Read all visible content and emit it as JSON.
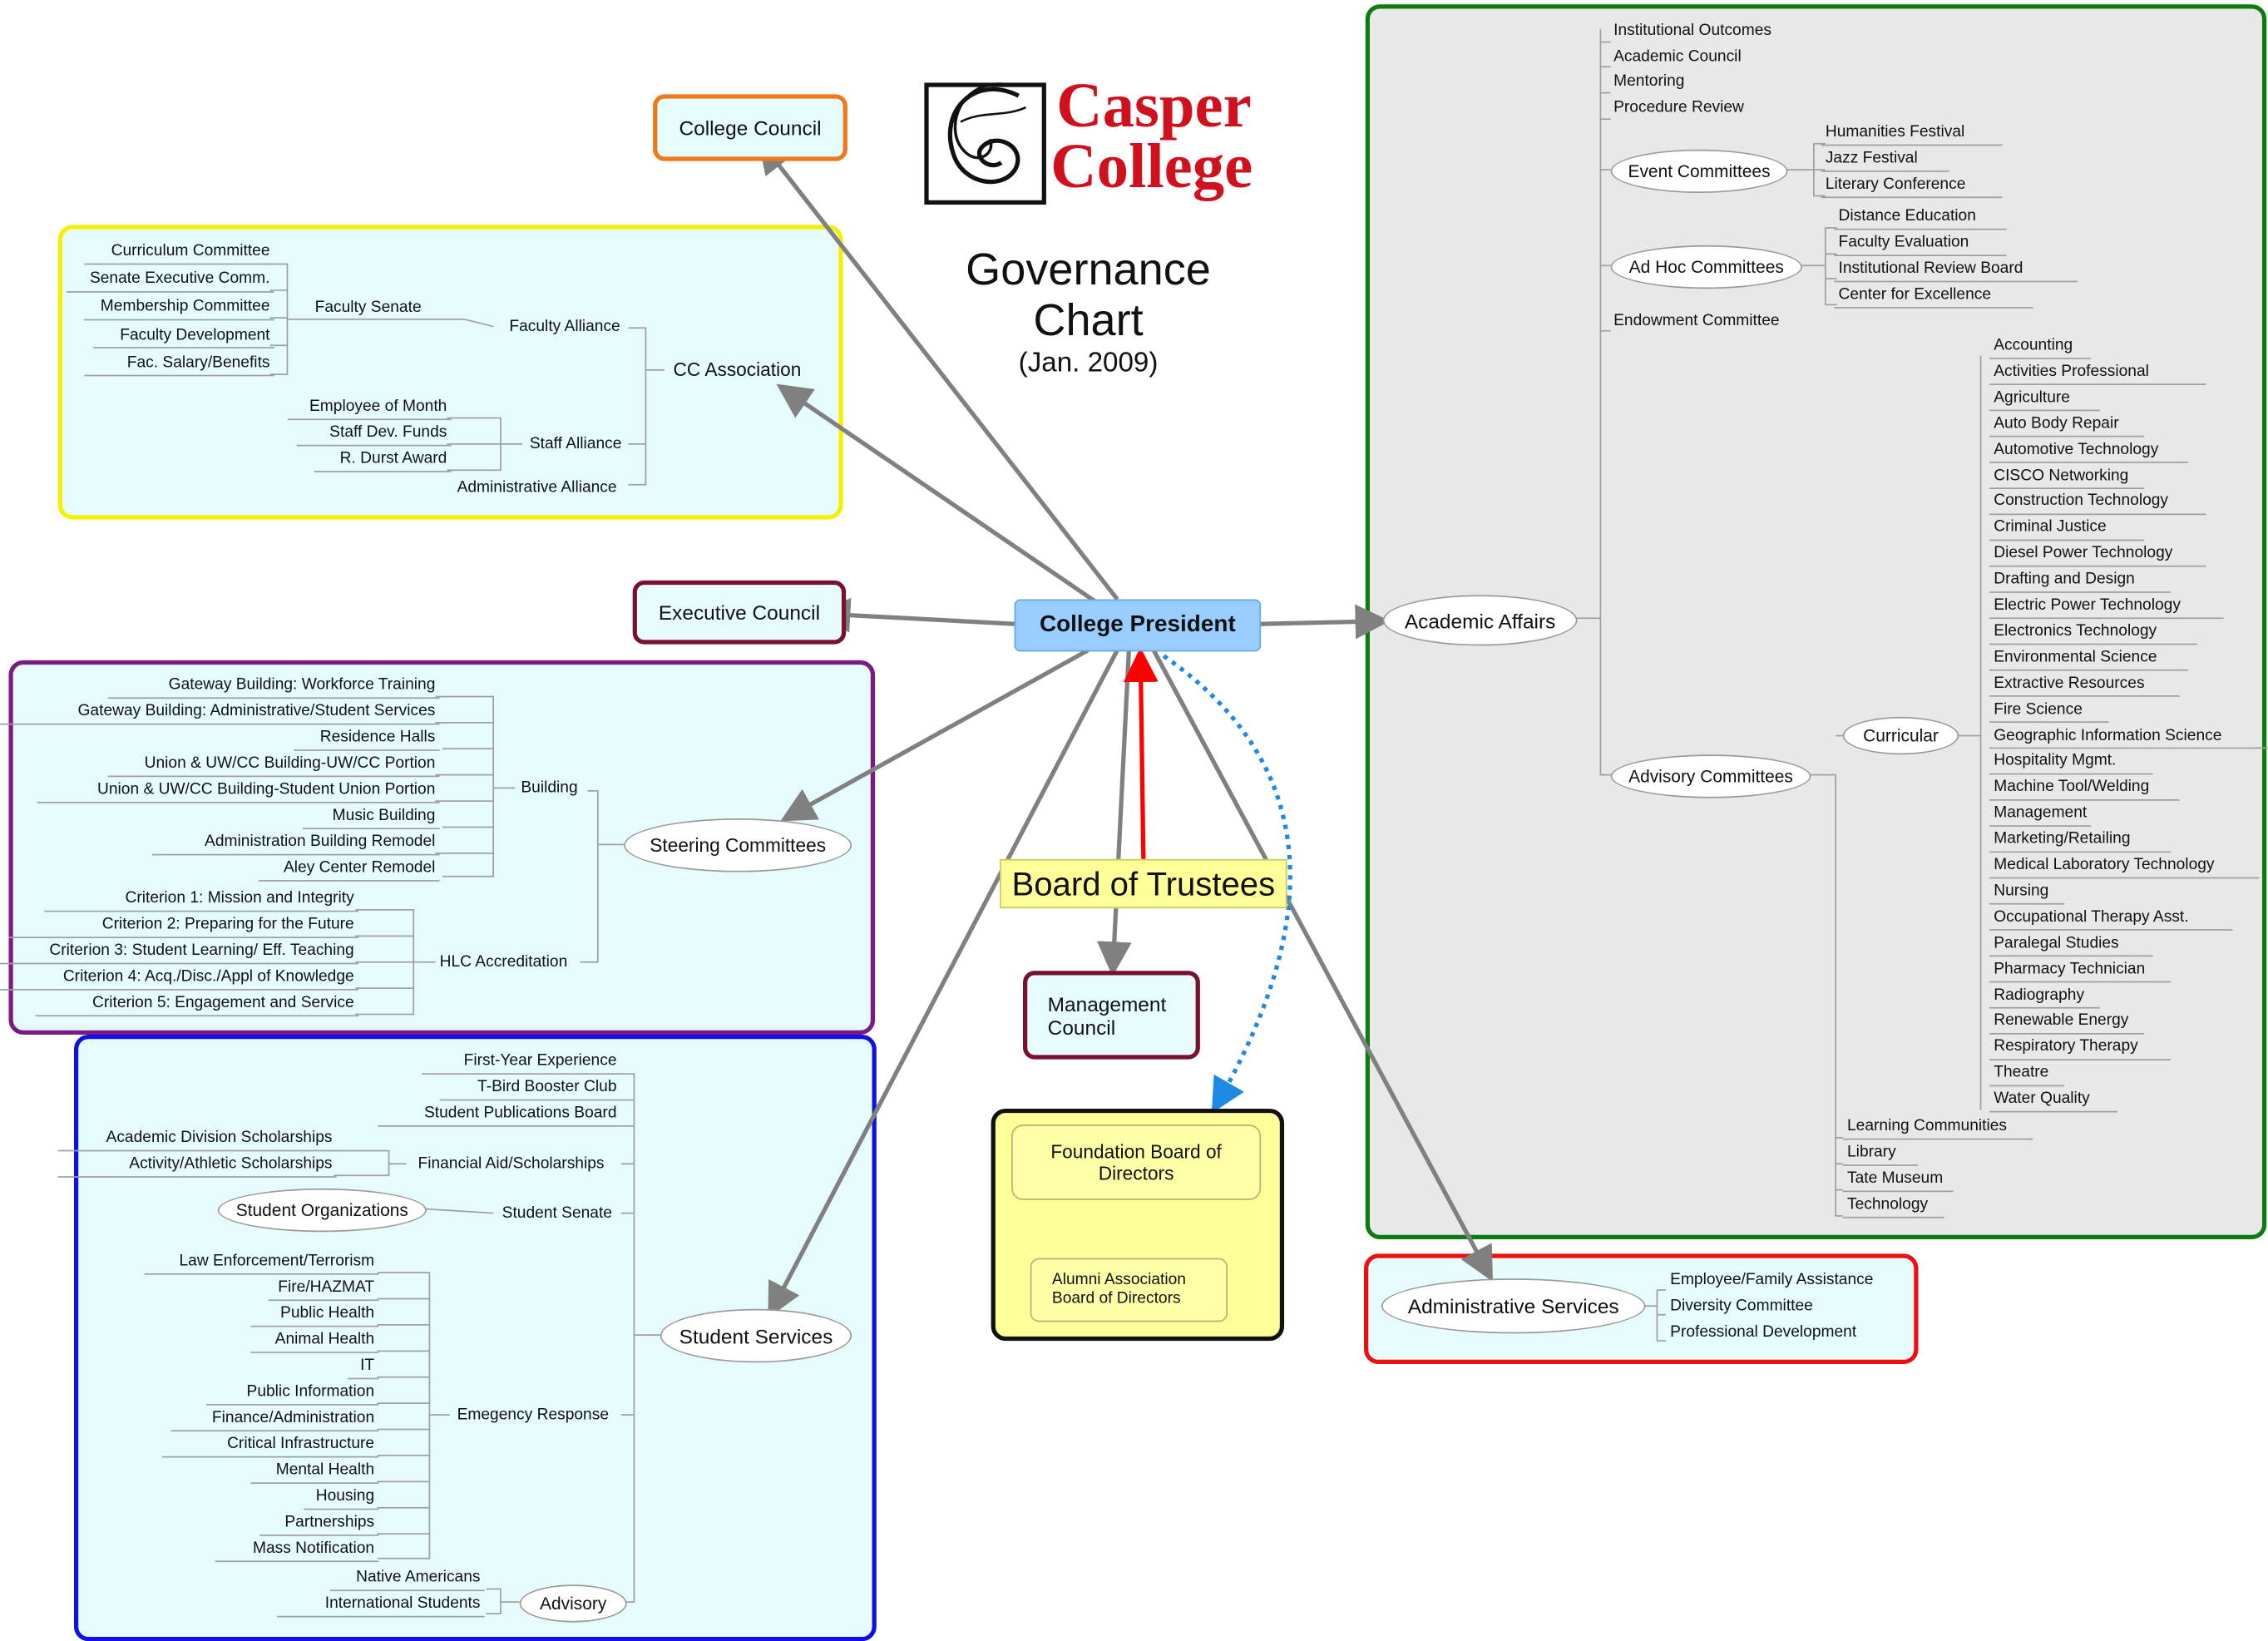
{
  "header": {
    "logo_text_1": "Casper",
    "logo_text_2": "College",
    "title_1": "Governance",
    "title_2": "Chart",
    "subtitle": "(Jan. 2009)"
  },
  "center": {
    "president": "College President",
    "board": "Board of Trustees"
  },
  "college_council": "College Council",
  "executive_council": "Executive Council",
  "management_council": {
    "line1": "Management",
    "line2": "Council"
  },
  "foundation": {
    "board_line1": "Foundation Board of",
    "board_line2": "Directors",
    "alumni_line1": "Alumni Association",
    "alumni_line2": "Board of Directors"
  },
  "cc_association": {
    "title": "CC Association",
    "faculty_alliance": "Faculty Alliance",
    "faculty_senate": "Faculty Senate",
    "faculty_senate_items": [
      "Curriculum Committee",
      "Senate Executive Comm.",
      "Membership Committee",
      "Faculty Development",
      "Fac. Salary/Benefits"
    ],
    "staff_alliance": "Staff Alliance",
    "staff_items": [
      "Employee of Month",
      "Staff Dev. Funds",
      "R. Durst Award"
    ],
    "administrative_alliance": "Administrative Alliance"
  },
  "steering": {
    "title": "Steering Committees",
    "building": "Building",
    "building_items": [
      "Gateway Building: Workforce Training",
      "Gateway Building: Administrative/Student Services",
      "Residence Halls",
      "Union & UW/CC Building-UW/CC Portion",
      "Union & UW/CC Building-Student Union Portion",
      "Music Building",
      "Administration Building Remodel",
      "Aley Center Remodel"
    ],
    "hlc": "HLC Accreditation",
    "hlc_items": [
      "Criterion 1: Mission and Integrity",
      "Criterion 2:  Preparing for the Future",
      "Criterion 3: Student Learning/ Eff. Teaching",
      "Criterion 4: Acq./Disc./Appl of Knowledge",
      "Criterion 5: Engagement and Service"
    ]
  },
  "student_services": {
    "title": "Student Services",
    "top_items": [
      "First-Year Experience",
      "T-Bird Booster Club",
      "Student Publications Board"
    ],
    "financial_aid": "Financial Aid/Scholarships",
    "financial_items": [
      "Academic Division Scholarships",
      "Activity/Athletic Scholarships"
    ],
    "student_senate": "Student Senate",
    "student_organizations": "Student Organizations",
    "emergency": "Emegency Response",
    "emergency_items": [
      "Law Enforcement/Terrorism",
      "Fire/HAZMAT",
      "Public Health",
      "Animal Health",
      "IT",
      "Public Information",
      "Finance/Administration",
      "Critical Infrastructure",
      "Mental Health",
      "Housing",
      "Partnerships",
      "Mass Notification"
    ],
    "advisory": "Advisory",
    "advisory_items": [
      "Native Americans",
      "International Students"
    ]
  },
  "academic_affairs": {
    "title": "Academic Affairs",
    "top_items": [
      "Institutional Outcomes",
      "Academic Council",
      "Mentoring",
      "Procedure Review"
    ],
    "event_committees": "Event Committees",
    "event_items": [
      "Humanities Festival",
      "Jazz Festival",
      "Literary Conference"
    ],
    "ad_hoc": "Ad Hoc Committees",
    "ad_hoc_items": [
      "Distance Education",
      "Faculty Evaluation",
      "Institutional Review Board",
      "Center for Excellence"
    ],
    "endowment": "Endowment Committee",
    "advisory_committees": "Advisory Committees",
    "curricular": "Curricular",
    "curricular_items": [
      "Accounting",
      "Activities Professional",
      "Agriculture",
      "Auto Body Repair",
      "Automotive Technology",
      "CISCO Networking",
      "Construction Technology",
      "Criminal Justice",
      "Diesel Power Technology",
      "Drafting and Design",
      "Electric Power Technology",
      "Electronics Technology",
      "Environmental Science",
      "Extractive Resources",
      "Fire Science",
      "Geographic Information Science",
      "Hospitality Mgmt.",
      "Machine Tool/Welding",
      "Management",
      "Marketing/Retailing",
      "Medical Laboratory Technology",
      "Nursing",
      "Occupational Therapy Asst.",
      "Paralegal Studies",
      "Pharmacy Technician",
      "Radiography",
      "Renewable Energy",
      "Respiratory Therapy",
      "Theatre",
      "Water Quality"
    ],
    "advisory_other": [
      "Learning Communities",
      "Library",
      "Tate Museum",
      "Technology"
    ]
  },
  "administrative_services": {
    "title": "Administrative Services",
    "items": [
      "Employee/Family Assistance",
      "Diversity Committee",
      "Professional Development"
    ]
  },
  "colors": {
    "logo_red": "#d0101c",
    "president_fill": "#99ccff",
    "board_fill": "#ffff99",
    "box_fill": "#e6fcfc",
    "academic_fill": "#e8e8e8",
    "arrow_gray": "#808080",
    "arrow_red": "#ff0000",
    "arrow_blue": "#1e88e5"
  }
}
